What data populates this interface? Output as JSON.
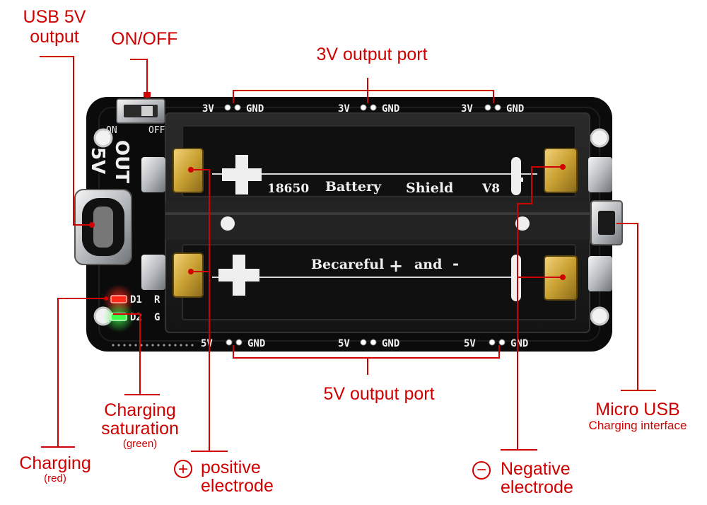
{
  "board": {
    "pin_groups_top": [
      {
        "power": "3V",
        "ground": "GND"
      },
      {
        "power": "3V",
        "ground": "GND"
      },
      {
        "power": "3V",
        "ground": "GND"
      }
    ],
    "pin_groups_bottom": [
      {
        "power": "5V",
        "ground": "GND"
      },
      {
        "power": "5V",
        "ground": "GND"
      },
      {
        "power": "5V",
        "ground": "GND"
      }
    ],
    "switch_on": "ON",
    "switch_off": "OFF",
    "out_label": "OUT",
    "volt_label": "5V",
    "led1": "D1",
    "led1_suffix": "R",
    "led2": "D2",
    "led2_suffix": "G",
    "silk_code": "18650",
    "silk_battery": "Battery",
    "silk_shield": "Shield",
    "silk_version": "V8",
    "silk_careful": "Becareful",
    "silk_and": "and",
    "plus_glyph": "+",
    "minus_glyph": "-"
  },
  "callouts": {
    "usb_out_l1": "USB 5V",
    "usb_out_l2": "output",
    "onoff": "ON/OFF",
    "out3v": "3V output port",
    "out5v": "5V output port",
    "sat_l1": "Charging",
    "sat_l2": "saturation",
    "sat_color": "(green)",
    "chg": "Charging",
    "chg_color": "(red)",
    "pos_symbol": "+",
    "pos_l1": "positive",
    "pos_l2": "electrode",
    "neg_symbol": "−",
    "neg_l1": "Negative",
    "neg_l2": "electrode",
    "micro_l1": "Micro USB",
    "micro_l2": "Charging interface"
  },
  "colors": {
    "annotation": "#d10000",
    "pcb": "#0b0b0b",
    "holder": "#1c1c1c",
    "gold": "#c9a132",
    "silver": "#b9bcc0",
    "led_red": "#ff2a1a",
    "led_green": "#3dff4a"
  }
}
